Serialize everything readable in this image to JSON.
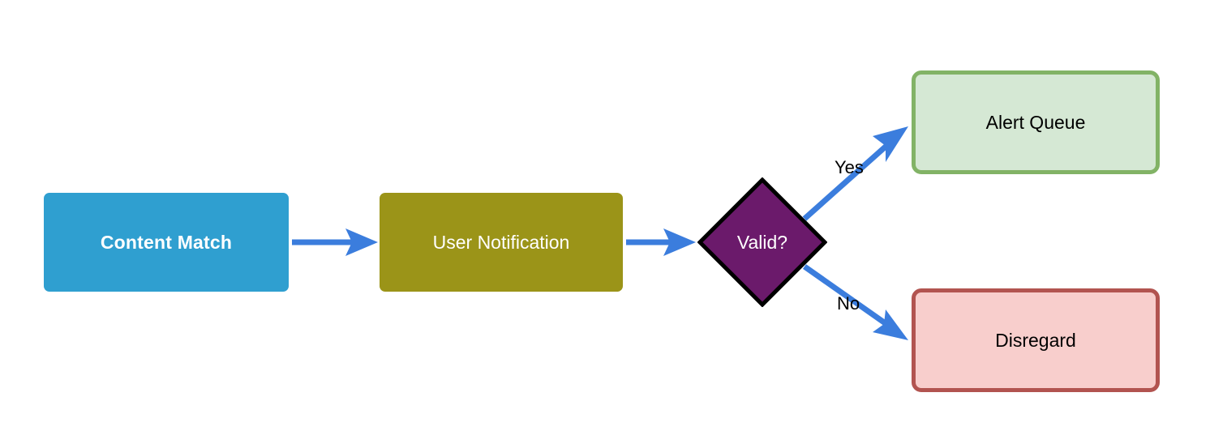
{
  "diagram": {
    "type": "flowchart",
    "orientation": "left-to-right",
    "background_color": "#ffffff",
    "nodes": [
      {
        "id": "content-match",
        "label": "Content Match",
        "shape": "rounded-rectangle",
        "fill_color": "#2f9fd0",
        "text_color": "#ffffff",
        "font_weight": "bold"
      },
      {
        "id": "user-notification",
        "label": "User Notification",
        "shape": "rounded-rectangle",
        "fill_color": "#9b9418",
        "text_color": "#ffffff",
        "font_weight": "normal"
      },
      {
        "id": "valid",
        "label": "Valid?",
        "shape": "diamond",
        "fill_color": "#6b1a6b",
        "border_color": "#000000",
        "text_color": "#ffffff",
        "font_weight": "normal"
      },
      {
        "id": "alert-queue",
        "label": "Alert Queue",
        "shape": "rounded-rectangle",
        "fill_color": "#d5e8d4",
        "border_color": "#82b366",
        "text_color": "#000000",
        "font_weight": "normal"
      },
      {
        "id": "disregard",
        "label": "Disregard",
        "shape": "rounded-rectangle",
        "fill_color": "#f8cecc",
        "border_color": "#b25450",
        "text_color": "#000000",
        "font_weight": "normal"
      }
    ],
    "edges": [
      {
        "id": "content-match-to-user-notification",
        "from": "content-match",
        "to": "user-notification",
        "label": "",
        "color": "#3b7ddd",
        "style": "solid-arrow"
      },
      {
        "id": "user-notification-to-valid",
        "from": "user-notification",
        "to": "valid",
        "label": "",
        "color": "#3b7ddd",
        "style": "solid-arrow"
      },
      {
        "id": "valid-to-alert-queue",
        "from": "valid",
        "to": "alert-queue",
        "label": "Yes",
        "color": "#3b7ddd",
        "style": "solid-arrow"
      },
      {
        "id": "valid-to-disregard",
        "from": "valid",
        "to": "disregard",
        "label": "No",
        "color": "#3b7ddd",
        "style": "solid-arrow"
      }
    ]
  }
}
